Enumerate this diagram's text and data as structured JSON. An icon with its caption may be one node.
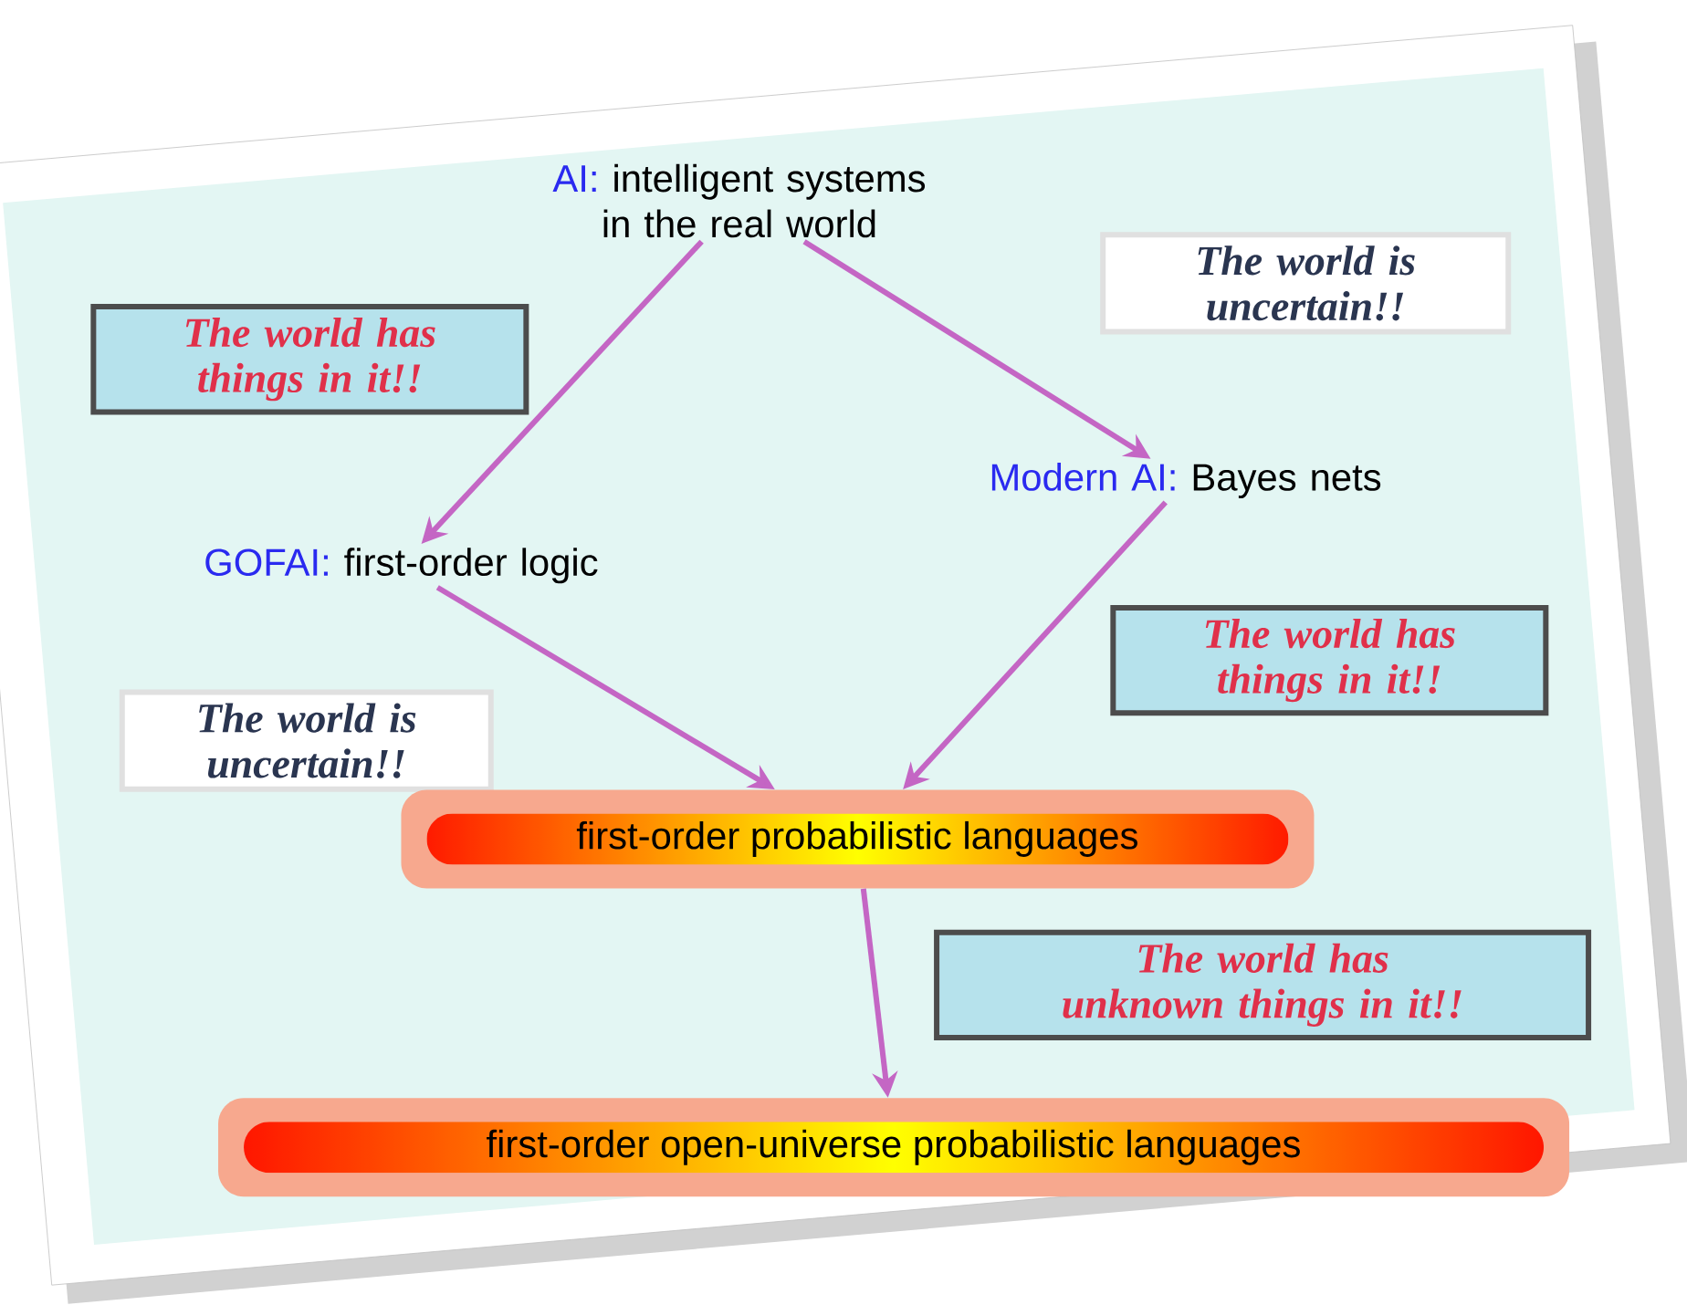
{
  "diagram": {
    "nodes": [
      {
        "text": [
          "AI:",
          "intelligent systems in the real world"
        ]
      },
      {
        "text": [
          "The world is uncertain!!"
        ]
      },
      {
        "text": [
          "The world has things in it!!"
        ]
      },
      {
        "text": [
          "GOFAI:",
          "first-order logic"
        ]
      },
      {
        "text": [
          "Modern AI:",
          "Bayes nets"
        ]
      },
      {
        "text": [
          "The world has things in it!!"
        ]
      },
      {
        "text": [
          "The world is uncertain!!"
        ]
      },
      {
        "text": [
          "first-order probabilistic languages"
        ]
      },
      {
        "text": [
          "The world has unknown things in it!!"
        ]
      },
      {
        "text": [
          "first-order open-universe probabilistic languages"
        ]
      }
    ],
    "edges": [
      {
        "from": 0,
        "to": 3,
        "arrow": "to"
      },
      {
        "from": 0,
        "to": 4,
        "arrow": "to"
      },
      {
        "from": 3,
        "to": 7,
        "arrow": "to"
      },
      {
        "from": 4,
        "to": 7,
        "arrow": "to"
      },
      {
        "from": 7,
        "to": 9,
        "arrow": "to"
      }
    ]
  }
}
